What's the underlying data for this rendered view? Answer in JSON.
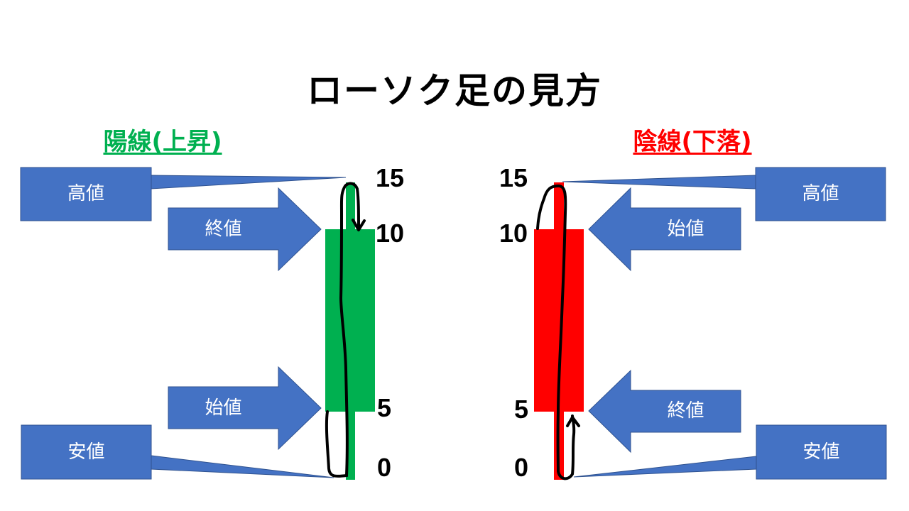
{
  "title": "ローソク足の見方",
  "colors": {
    "bullish": "#00b050",
    "bearish": "#ff0000",
    "callout": "#4472c4",
    "callout_border": "#2f528f",
    "stroke": "#000000"
  },
  "bullish": {
    "heading": "陽線(上昇)",
    "labels": {
      "high": "高値",
      "close": "終値",
      "open": "始値",
      "low": "安値"
    },
    "axis_ticks": [
      "15",
      "10",
      "5",
      "0"
    ]
  },
  "bearish": {
    "heading": "陰線(下落)",
    "labels": {
      "high": "高値",
      "open": "始値",
      "close": "終値",
      "low": "安値"
    },
    "axis_ticks": [
      "15",
      "10",
      "5",
      "0"
    ]
  },
  "chart_data": {
    "type": "candlestick",
    "title": "ローソク足の見方",
    "series": [
      {
        "name": "陽線(上昇)",
        "color": "#00b050",
        "open": 5,
        "close": 10,
        "high": 15,
        "low": 0
      },
      {
        "name": "陰線(下落)",
        "color": "#ff0000",
        "open": 10,
        "close": 5,
        "high": 15,
        "low": 0
      }
    ],
    "yticks": [
      0,
      5,
      10,
      15
    ],
    "annotations": [
      "高値",
      "終値",
      "始値",
      "安値"
    ]
  }
}
